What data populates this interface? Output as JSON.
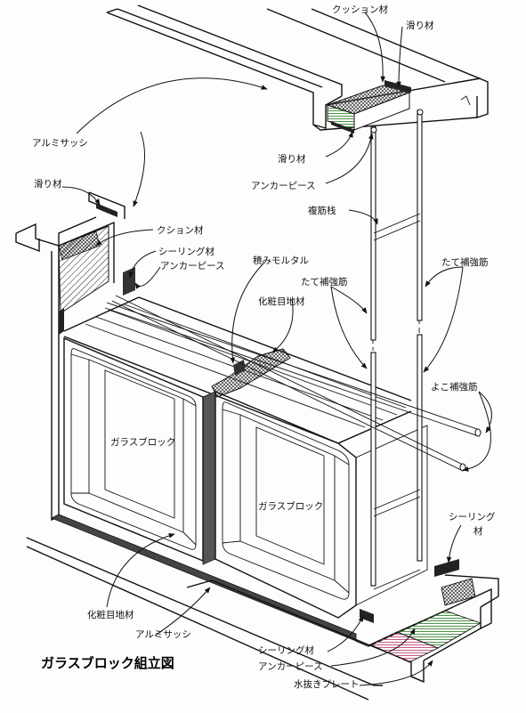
{
  "title": "ガラスブロック組立図",
  "labels": {
    "cushion_top": "クッション材",
    "slide_top": "滑り材",
    "aluminum_sash_top": "アルミサッシ",
    "slide_left": "滑り材",
    "slide_mid": "滑り材",
    "anchor_piece_top": "アンカーピース",
    "double_rebar": "複筋栈",
    "cushion_left": "クション材",
    "sealing_left": "シーリング材",
    "anchor_piece_left": "アンカーピース",
    "laying_mortar": "積みモルタル",
    "vertical_rebar_1": "たて補強筋",
    "vertical_rebar_2": "たて補強筋",
    "joint_material_top": "化粧目地材",
    "horizontal_rebar": "よこ補強筋",
    "glass_block_1": "ガラスブロック",
    "glass_block_2": "ガラスブロック",
    "sealing_right_1": "シーリング",
    "sealing_right_2": "材",
    "joint_material_bottom": "化粧目地材",
    "aluminum_sash_bottom": "アルミサッシ",
    "sealing_bottom": "シーリング材",
    "anchor_piece_bottom": "アンカーピース",
    "drain_plate": "水抜きプレート"
  }
}
